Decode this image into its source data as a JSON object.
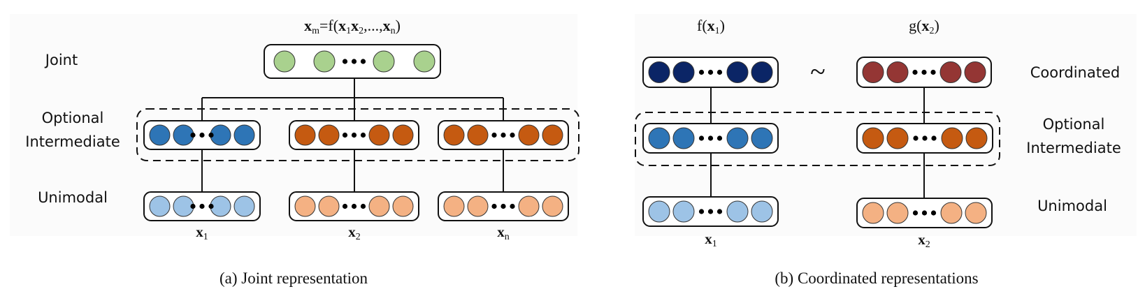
{
  "panel_a": {
    "caption": "(a) Joint representation",
    "top_formula": {
      "base": "x",
      "sub": "m",
      "rest": "=f(",
      "terms": [
        {
          "base": "x",
          "sub": "1"
        },
        {
          "base": "x",
          "sub": "2"
        }
      ],
      "sep": ",...,",
      "last": {
        "base": "x",
        "sub": "n"
      },
      "close": ")"
    },
    "row_labels": {
      "joint": "Joint",
      "intermediate_1": "Optional",
      "intermediate_2": "Intermediate",
      "unimodal": "Unimodal"
    },
    "inputs": [
      {
        "base": "x",
        "sub": "1"
      },
      {
        "base": "x",
        "sub": "2"
      },
      {
        "base": "x",
        "sub": "n"
      }
    ]
  },
  "panel_b": {
    "caption": "(b) Coordinated representations",
    "top_labels": [
      {
        "fn": "f(",
        "base": "x",
        "sub": "1",
        "close": ")"
      },
      {
        "fn": "g(",
        "base": "x",
        "sub": "2",
        "close": ")"
      }
    ],
    "similarity_symbol": "~",
    "row_labels": {
      "coordinated": "Coordinated",
      "intermediate_1": "Optional",
      "intermediate_2": "Intermediate",
      "unimodal": "Unimodal"
    },
    "inputs": [
      {
        "base": "x",
        "sub": "1"
      },
      {
        "base": "x",
        "sub": "2"
      }
    ]
  },
  "colors": {
    "joint_green": "#a9d18e",
    "intermediate_blue": "#2e75b6",
    "unimodal_blue": "#9dc3e6",
    "intermediate_orange": "#c55a11",
    "unimodal_orange": "#f4b183",
    "coordinated_navy": "#0b2566",
    "coordinated_red": "#943634",
    "stroke": "#111111"
  }
}
